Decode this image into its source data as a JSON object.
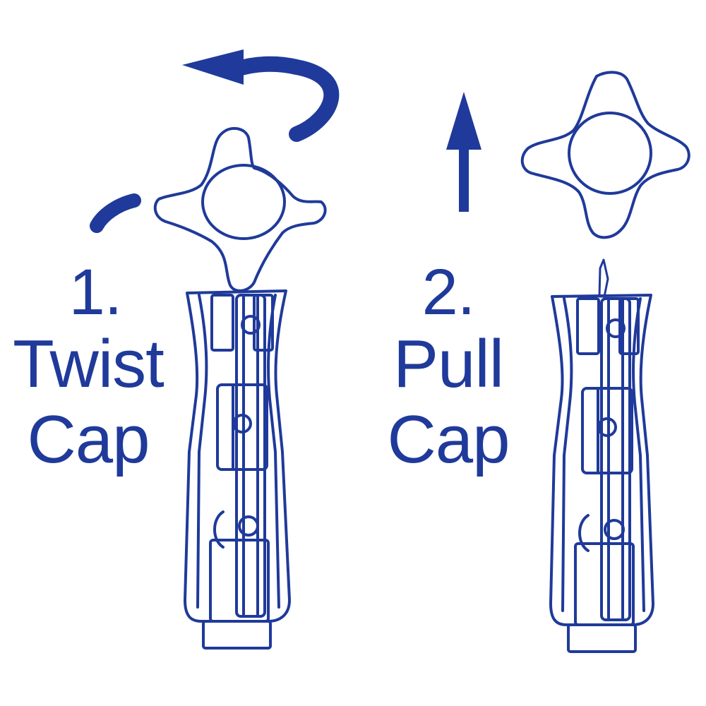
{
  "colors": {
    "ink": "#1f3a9a",
    "background": "#ffffff"
  },
  "steps": [
    {
      "number": "1.",
      "line1": "Twist",
      "line2": "Cap",
      "arrow_icon": "curved-rotate-arrow-icon"
    },
    {
      "number": "2.",
      "line1": "Pull",
      "line2": "Cap",
      "arrow_icon": "up-arrow-icon"
    }
  ]
}
